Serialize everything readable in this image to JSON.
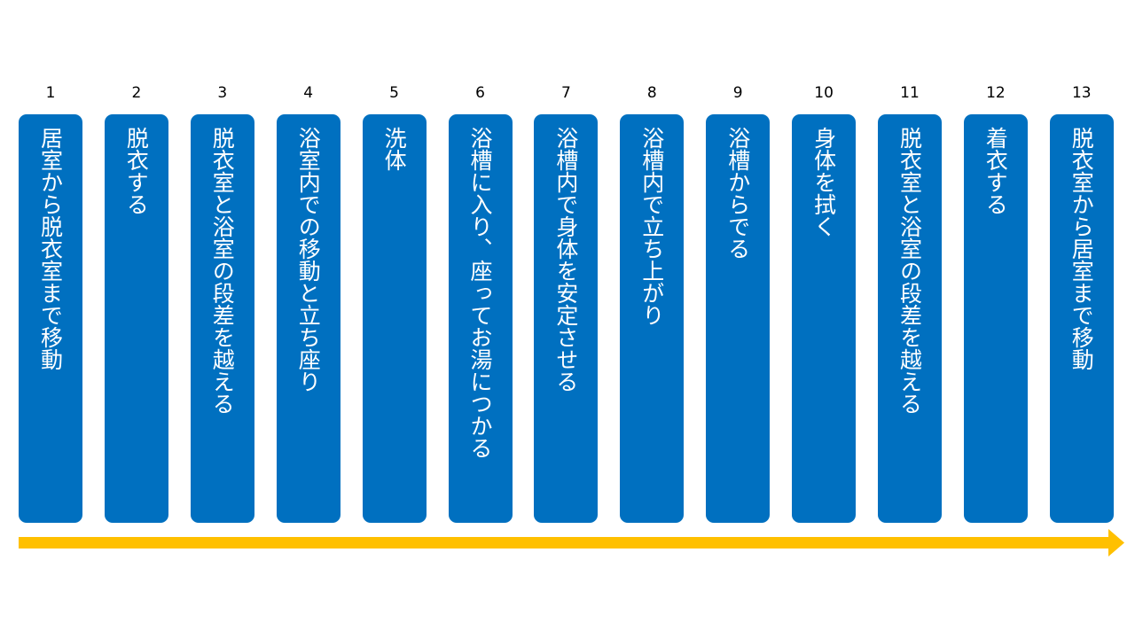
{
  "colors": {
    "box_fill": "#0070c0",
    "box_text": "#ffffff",
    "number_text": "#000000",
    "arrow": "#ffc000"
  },
  "steps": [
    {
      "number": "1",
      "label": "居室から脱衣室まで移動"
    },
    {
      "number": "2",
      "label": "脱衣する"
    },
    {
      "number": "3",
      "label": "脱衣室と浴室の段差を越える"
    },
    {
      "number": "4",
      "label": "浴室内での移動と立ち座り"
    },
    {
      "number": "5",
      "label": "洗体"
    },
    {
      "number": "6",
      "label": "浴槽に入り、座ってお湯につかる"
    },
    {
      "number": "7",
      "label": "浴槽内で身体を安定させる"
    },
    {
      "number": "8",
      "label": "浴槽内で立ち上がり"
    },
    {
      "number": "9",
      "label": "浴槽からでる"
    },
    {
      "number": "10",
      "label": "身体を拭く"
    },
    {
      "number": "11",
      "label": "脱衣室と浴室の段差を越える"
    },
    {
      "number": "12",
      "label": "着衣する"
    },
    {
      "number": "13",
      "label": "脱衣室から居室まで移動"
    }
  ]
}
